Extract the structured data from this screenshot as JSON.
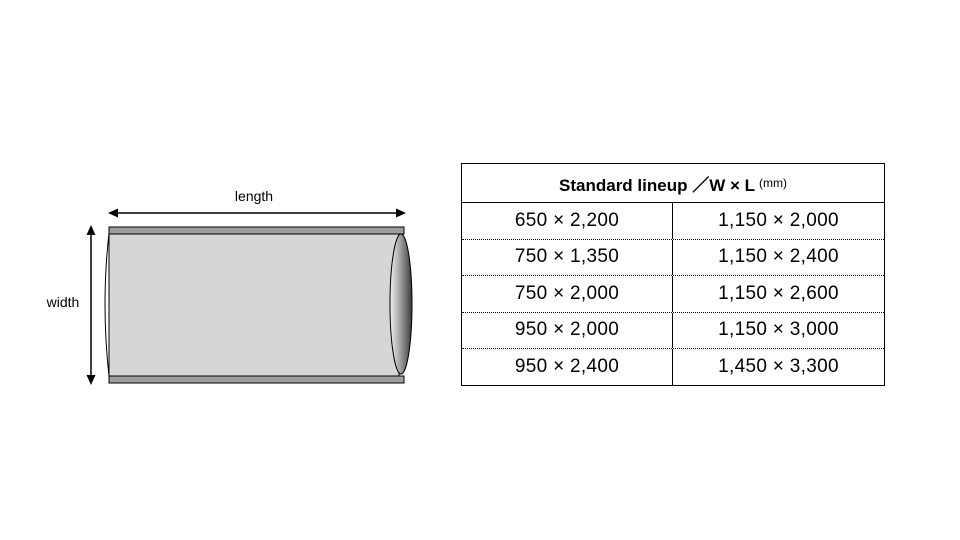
{
  "diagram": {
    "length_label": "length",
    "width_label": "width"
  },
  "table": {
    "title": "Standard lineup ／W × L",
    "unit": "(mm)",
    "rows": [
      [
        "650 × 2,200",
        "1,150 × 2,000"
      ],
      [
        "750 × 1,350",
        "1,150 × 2,400"
      ],
      [
        "750 × 2,000",
        "1,150 × 2,600"
      ],
      [
        "950 × 2,000",
        "1,150 × 3,000"
      ],
      [
        "950 × 2,400",
        "1,450 × 3,300"
      ]
    ]
  }
}
